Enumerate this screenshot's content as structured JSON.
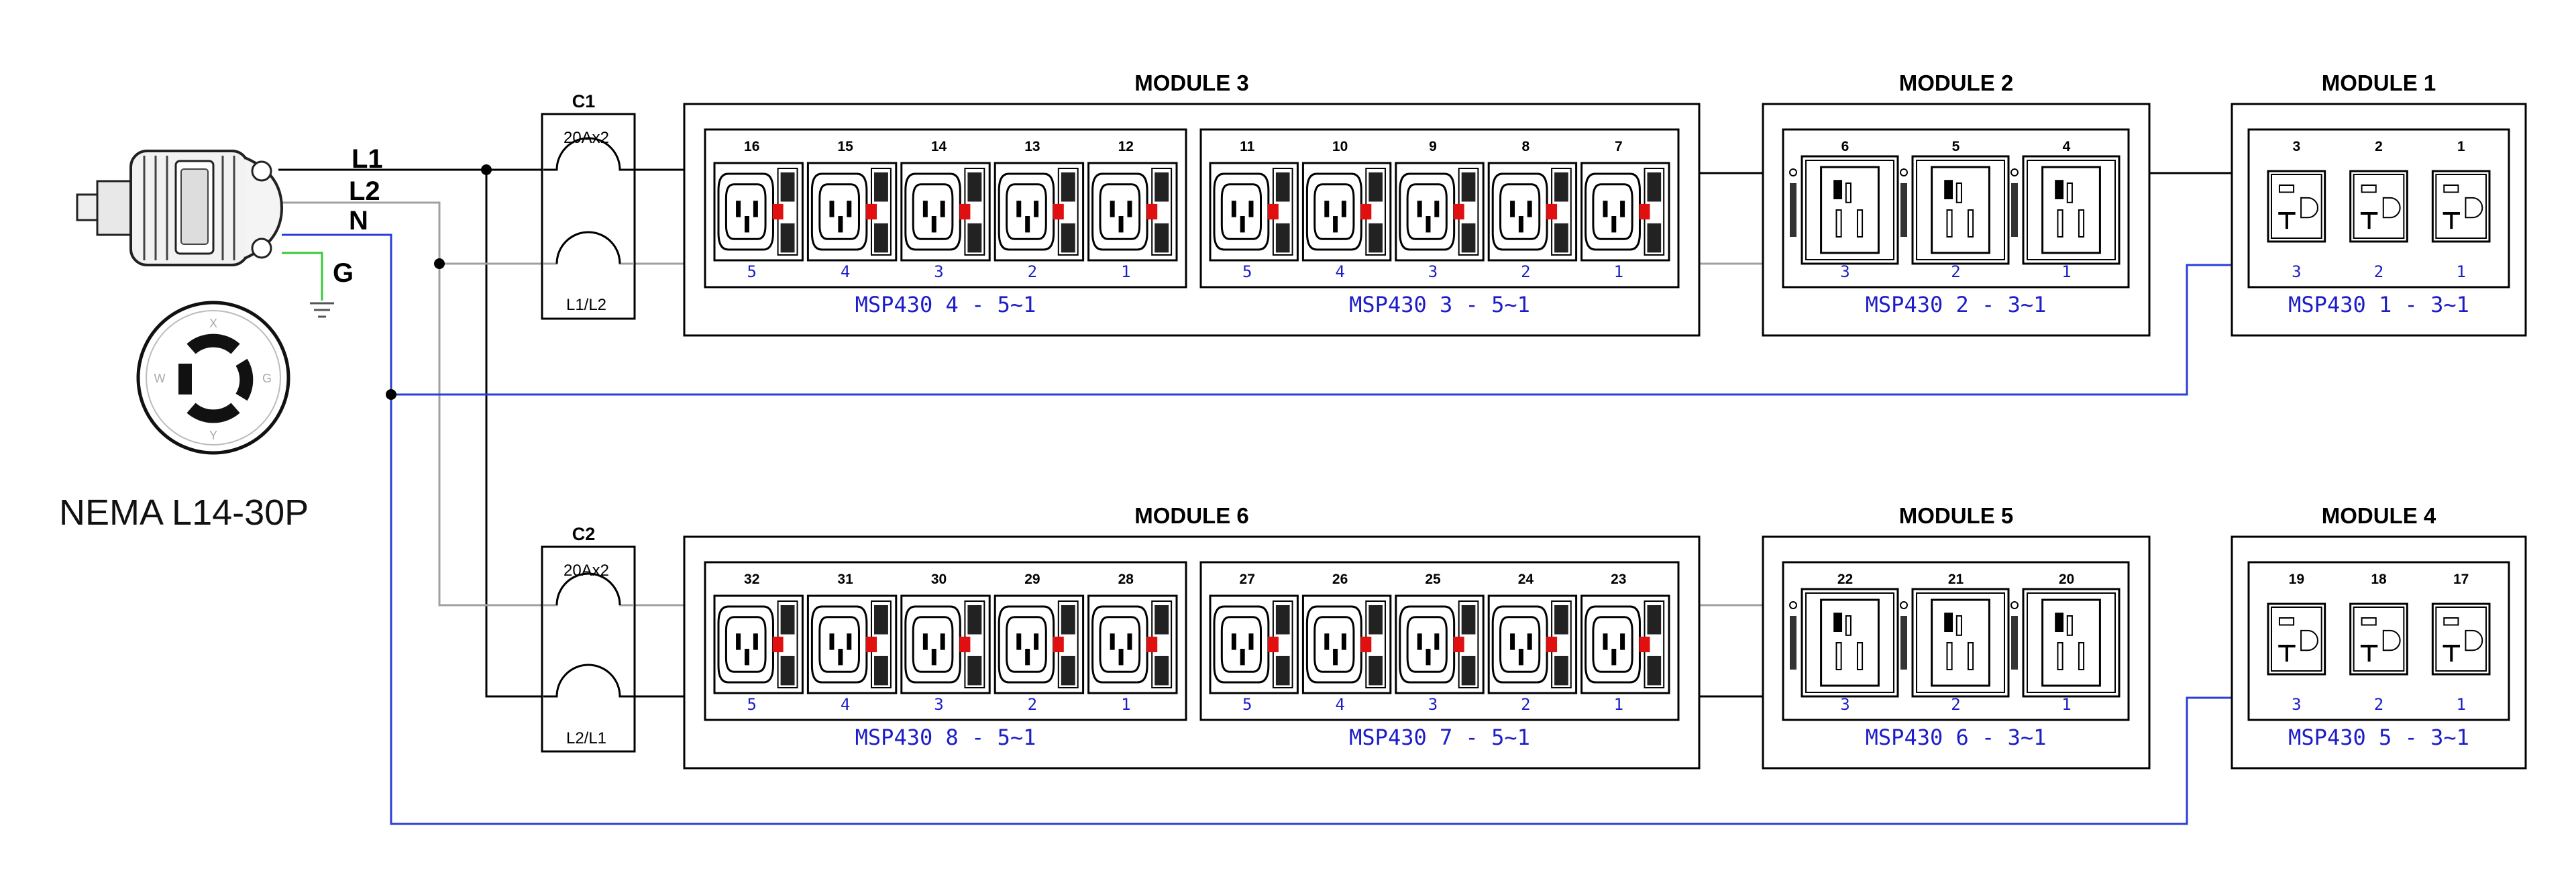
{
  "plug": {
    "label": "NEMA L14-30P",
    "wires": {
      "l1": "L1",
      "l2": "L2",
      "n": "N",
      "g": "G"
    },
    "face_pins": {
      "x": "X",
      "y": "Y",
      "w": "W",
      "g": "G"
    }
  },
  "breakers": [
    {
      "name": "C1",
      "rating": "20Ax2",
      "phase": "L1/L2"
    },
    {
      "name": "C2",
      "rating": "20Ax2",
      "phase": "L2/L1"
    }
  ],
  "modules": [
    {
      "title": "MODULE 3",
      "groups": [
        {
          "name": "MSP430 4 - 5~1",
          "type": "c13",
          "outlets": [
            "16",
            "15",
            "14",
            "13",
            "12"
          ],
          "indices": [
            "5",
            "4",
            "3",
            "2",
            "1"
          ]
        },
        {
          "name": "MSP430 3 - 5~1",
          "type": "c13",
          "outlets": [
            "11",
            "10",
            "9",
            "8",
            "7"
          ],
          "indices": [
            "5",
            "4",
            "3",
            "2",
            "1"
          ]
        }
      ]
    },
    {
      "title": "MODULE 2",
      "groups": [
        {
          "name": "MSP430 2 - 3~1",
          "type": "c19",
          "outlets": [
            "6",
            "5",
            "4"
          ],
          "indices": [
            "3",
            "2",
            "1"
          ]
        }
      ]
    },
    {
      "title": "MODULE 1",
      "groups": [
        {
          "name": "MSP430 1 - 3~1",
          "type": "nema",
          "outlets": [
            "3",
            "2",
            "1"
          ],
          "indices": [
            "3",
            "2",
            "1"
          ]
        }
      ]
    },
    {
      "title": "MODULE 6",
      "groups": [
        {
          "name": "MSP430 8 - 5~1",
          "type": "c13",
          "outlets": [
            "32",
            "31",
            "30",
            "29",
            "28"
          ],
          "indices": [
            "5",
            "4",
            "3",
            "2",
            "1"
          ]
        },
        {
          "name": "MSP430 7 - 5~1",
          "type": "c13",
          "outlets": [
            "27",
            "26",
            "25",
            "24",
            "23"
          ],
          "indices": [
            "5",
            "4",
            "3",
            "2",
            "1"
          ]
        }
      ]
    },
    {
      "title": "MODULE 5",
      "groups": [
        {
          "name": "MSP430 6 - 3~1",
          "type": "c19",
          "outlets": [
            "22",
            "21",
            "20"
          ],
          "indices": [
            "3",
            "2",
            "1"
          ]
        }
      ]
    },
    {
      "title": "MODULE 4",
      "groups": [
        {
          "name": "MSP430 5 - 3~1",
          "type": "nema",
          "outlets": [
            "19",
            "18",
            "17"
          ],
          "indices": [
            "3",
            "2",
            "1"
          ]
        }
      ]
    }
  ],
  "colors": {
    "line": "#000000",
    "l2_wire": "#a0a0a0",
    "neutral": "#2a3fd6",
    "ground": "#38c838",
    "indicator": "#e01010",
    "label_blue": "#1c1cc8"
  }
}
